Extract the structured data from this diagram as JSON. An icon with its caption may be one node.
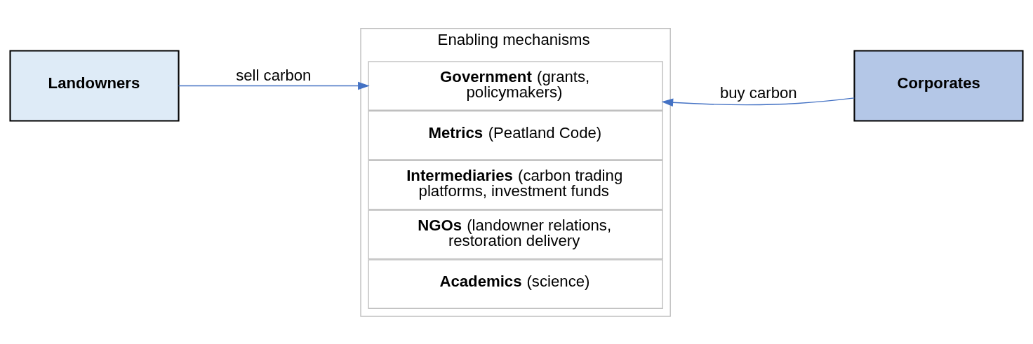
{
  "diagram": {
    "nodes": [
      {
        "text": [
          "Landowners"
        ]
      },
      {
        "text": [
          "Enabling mechanisms"
        ]
      },
      {
        "text": [
          "**Government** (grants, policymakers)"
        ],
        "in": 1
      },
      {
        "text": [
          "**Metrics** (Peatland Code)"
        ],
        "in": 1
      },
      {
        "text": [
          "**Intermediaries** (carbon trading platforms, investment funds"
        ],
        "in": 1
      },
      {
        "text": [
          "**NGOs** (landowner relations, restoration delivery"
        ],
        "in": 1
      },
      {
        "text": [
          "**Academics** (science)"
        ],
        "in": 1
      },
      {
        "text": [
          "Corporates"
        ]
      }
    ],
    "edges": [
      {
        "from": 0,
        "to": 2,
        "arrow": "to",
        "label": "sell carbon"
      },
      {
        "from": 7,
        "to": 2,
        "arrow": "to",
        "label": "buy carbon"
      }
    ]
  }
}
